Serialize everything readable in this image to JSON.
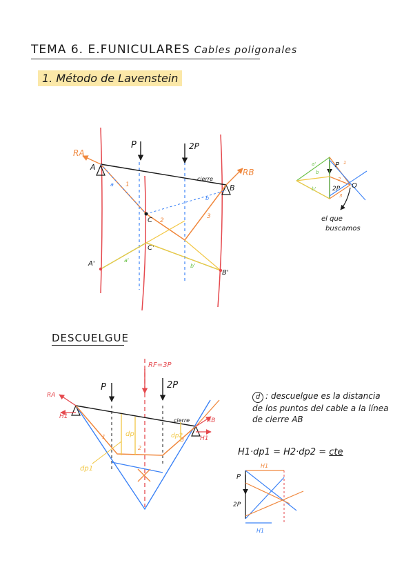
{
  "header": {
    "title": "TEMA 6. E.FUNICULARES",
    "subtitle": "Cables poligonales"
  },
  "section1": {
    "heading": "1. Método de Lavenstein"
  },
  "diagram1": {
    "labels": {
      "P": "P",
      "twoP": "2P",
      "RA": "RA",
      "RB": "RB",
      "A": "A",
      "B": "B",
      "C": "C",
      "Cprime": "C'",
      "Aprime": "A'",
      "Bprime": "B'",
      "cierre": "cierre",
      "n1": "1",
      "n2": "2",
      "n3": "3",
      "a": "a",
      "b": "b",
      "aprime": "a'",
      "bprime": "b'"
    }
  },
  "diagram2": {
    "labels": {
      "P": "P",
      "twoP": "2P",
      "O": "O",
      "one": "1",
      "two": "2",
      "three": "3",
      "b": "b",
      "aprime": "a'",
      "bprime": "b'"
    },
    "note_line1": "el que",
    "note_line2": "buscamos"
  },
  "section2": {
    "heading": "DESCUELGUE"
  },
  "diagram3": {
    "labels": {
      "RF": "RF=3P",
      "P": "P",
      "twoP": "2P",
      "RA": "RA",
      "RB": "RB",
      "H1": "H1",
      "H1b": "H1",
      "cierre": "cierre",
      "dp": "dp",
      "dp1": "dp1",
      "dp2": "dp2",
      "one": "1",
      "two": "2",
      "three": "3"
    }
  },
  "note": {
    "marker": "d",
    "text": ": descuelgue es la distancia de los puntos del cable a la línea de cierre AB"
  },
  "equation": {
    "lhs": "H1·dp1 = H2·dp2 = ",
    "rhs": "cte"
  },
  "diagram4": {
    "labels": {
      "P": "P",
      "twoP": "2P",
      "H1top": "H1",
      "H1bottom": "H1"
    }
  },
  "colors": {
    "red": "#e5484d",
    "orange": "#f0883e",
    "blue": "#3b82f6",
    "green": "#6cc24a",
    "yellow": "#f2c744",
    "black": "#1a1a1a",
    "highlight": "#fbe8a8"
  }
}
